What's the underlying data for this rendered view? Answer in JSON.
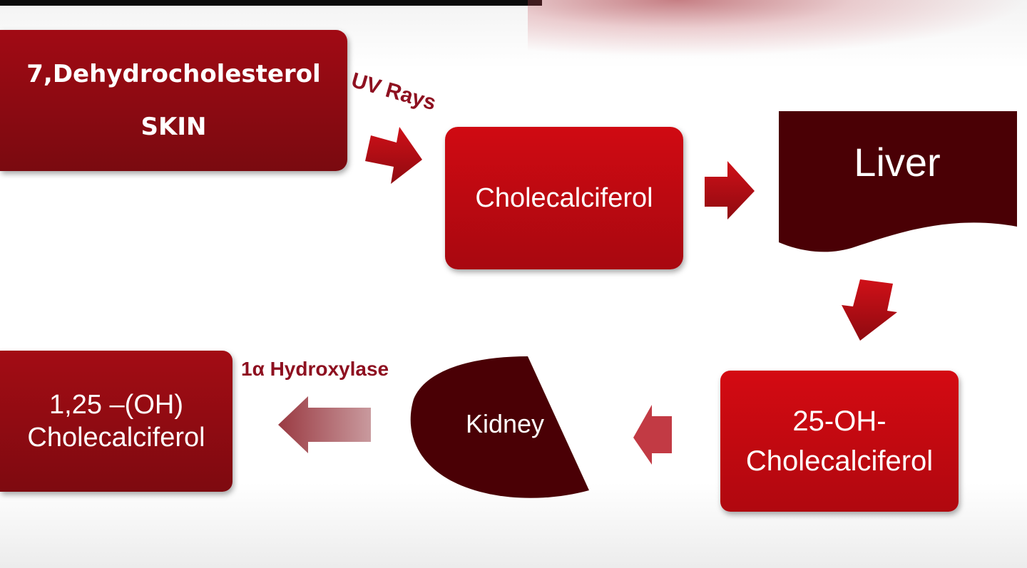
{
  "nodes": {
    "skin": {
      "line1": "7,Dehydrocholesterol",
      "line2": "SKIN"
    },
    "cholecalciferol": {
      "label": "Cholecalciferol"
    },
    "liver": {
      "label": "Liver"
    },
    "hydroxy25": {
      "line1": "25-OH-",
      "line2": "Cholecalciferol"
    },
    "kidney": {
      "label": "Kidney"
    },
    "dihydroxy": {
      "line1": "1,25 –(OH)",
      "line2": "Cholecalciferol"
    }
  },
  "edges": {
    "uv": {
      "label": "UV Rays"
    },
    "hydroxylase": {
      "label": "1α Hydroxylase"
    }
  },
  "colors": {
    "node_red": "#c00a12",
    "node_dark": "#4a0005",
    "label_red": "#8e1020",
    "arrow_faded": "#a86a70"
  }
}
